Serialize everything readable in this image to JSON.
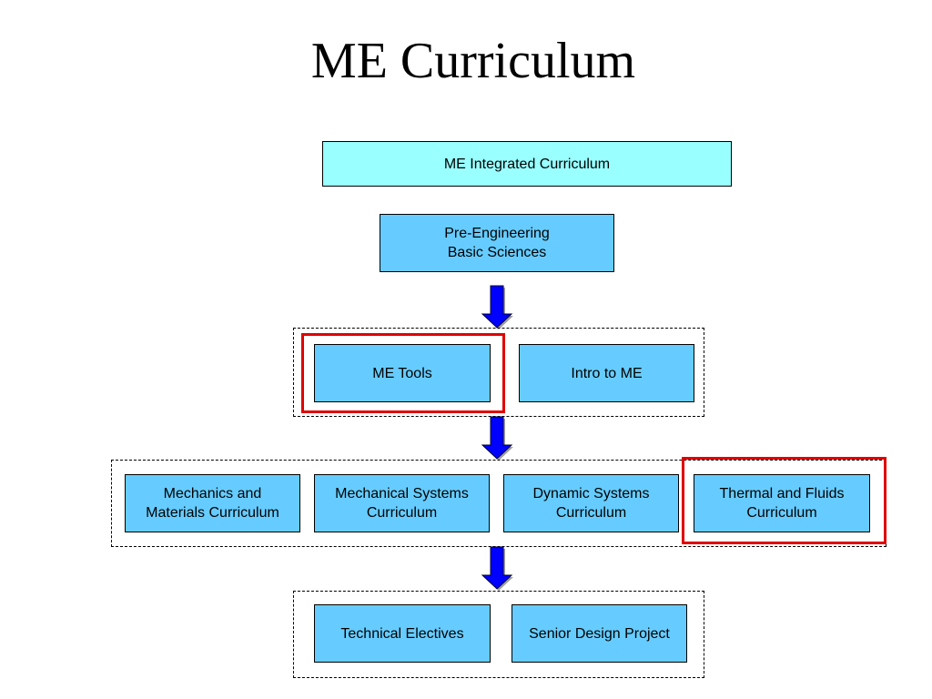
{
  "page": {
    "title": "ME Curriculum"
  },
  "colors": {
    "top_box_fill": "#99ffff",
    "box_fill": "#66ccff",
    "arrow_fill": "#0000ff",
    "arrow_shadow": "#a0a0a0",
    "highlight": "#e00000"
  },
  "diagram": {
    "top": "ME Integrated Curriculum",
    "pre": "Pre-Engineering\nBasic Sciences",
    "level1": {
      "tools": "ME Tools",
      "intro": "Intro to ME"
    },
    "level2": {
      "mechanics": "Mechanics and\nMaterials Curriculum",
      "mech_systems": "Mechanical Systems\nCurriculum",
      "dynamic": "Dynamic Systems\nCurriculum",
      "thermal": "Thermal and Fluids\nCurriculum"
    },
    "level3": {
      "electives": "Technical Electives",
      "senior": "Senior Design Project"
    }
  }
}
